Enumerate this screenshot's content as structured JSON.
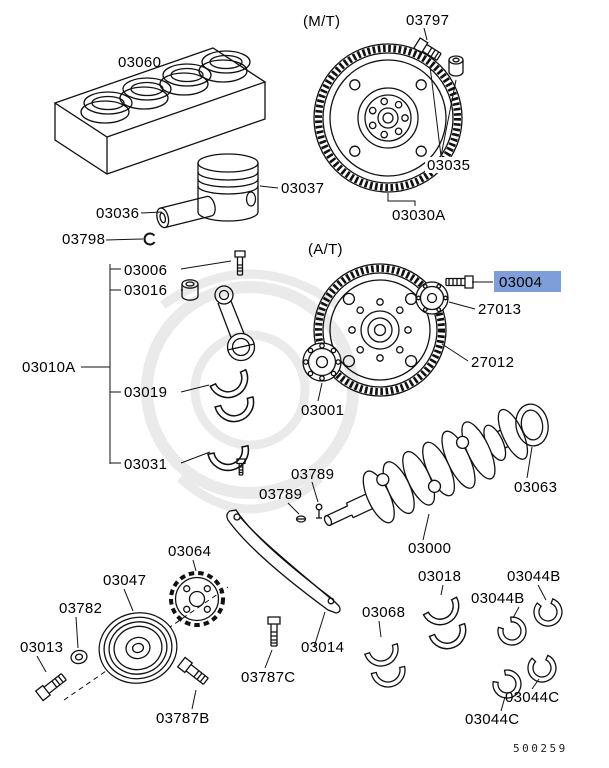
{
  "page": {
    "background": "#ffffff",
    "line_color": "#111111",
    "highlight_color": "#7d9ed8",
    "selected_part": "03004",
    "diagram_code": "500259"
  },
  "labels": {
    "mt": "(M/T)",
    "at": "(A/T)",
    "p03797": "03797",
    "p03060": "03060",
    "p03035": "03035",
    "p03030A": "03030A",
    "p03037": "03037",
    "p03036": "03036",
    "p03798": "03798",
    "p03006": "03006",
    "p03016": "03016",
    "p03004": "03004",
    "p27013": "27013",
    "p27012": "27012",
    "p03010A": "03010A",
    "p03019": "03019",
    "p03001": "03001",
    "p03031": "03031",
    "p03789a": "03789",
    "p03789b": "03789",
    "p03063": "03063",
    "p03000": "03000",
    "p03064": "03064",
    "p03047": "03047",
    "p03782": "03782",
    "p03013": "03013",
    "p03018": "03018",
    "p03068": "03068",
    "p03014": "03014",
    "p03787C": "03787C",
    "p03787B": "03787B",
    "p03044Ba": "03044B",
    "p03044Bb": "03044B",
    "p03044Ca": "03044C",
    "p03044Cb": "03044C"
  }
}
